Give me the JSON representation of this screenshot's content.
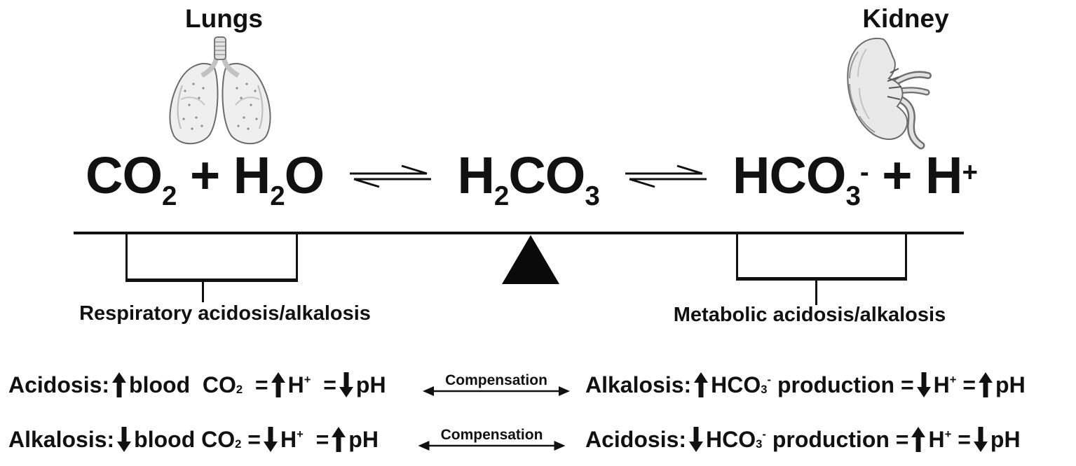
{
  "organs": {
    "lungs_label": "Lungs",
    "kidney_label": "Kidney"
  },
  "equation": {
    "tokens": [
      {
        "type": "term",
        "parts": [
          {
            "type": "text",
            "value": "CO"
          },
          {
            "type": "sub",
            "value": "2"
          },
          {
            "type": "text",
            "value": " + H"
          },
          {
            "type": "sub",
            "value": "2"
          },
          {
            "type": "text",
            "value": "O"
          }
        ]
      },
      {
        "type": "harpoon"
      },
      {
        "type": "term",
        "parts": [
          {
            "type": "text",
            "value": "H"
          },
          {
            "type": "sub",
            "value": "2"
          },
          {
            "type": "text",
            "value": "CO"
          },
          {
            "type": "sub",
            "value": "3"
          }
        ]
      },
      {
        "type": "harpoon"
      },
      {
        "type": "term",
        "parts": [
          {
            "type": "text",
            "value": "HCO"
          },
          {
            "type": "sub",
            "value": "3"
          },
          {
            "type": "sup",
            "value": "-"
          },
          {
            "type": "text",
            "value": " + H"
          },
          {
            "type": "sup",
            "value": "+"
          }
        ]
      }
    ]
  },
  "seesaw": {
    "left_label": "Respiratory acidosis/alkalosis",
    "right_label": "Metabolic acidosis/alkalosis"
  },
  "rows": [
    {
      "left": [
        {
          "type": "text",
          "value": "Acidosis:"
        },
        {
          "type": "up"
        },
        {
          "type": "text",
          "value": "blood  CO"
        },
        {
          "type": "sub",
          "value": "2"
        },
        {
          "type": "text",
          "value": "  ="
        },
        {
          "type": "up"
        },
        {
          "type": "text",
          "value": "H"
        },
        {
          "type": "sup",
          "value": "+"
        },
        {
          "type": "text",
          "value": "  ="
        },
        {
          "type": "down"
        },
        {
          "type": "text",
          "value": "pH"
        }
      ],
      "center_label": "Compensation",
      "right": [
        {
          "type": "text",
          "value": "Alkalosis:"
        },
        {
          "type": "up"
        },
        {
          "type": "text",
          "value": "HCO"
        },
        {
          "type": "sub",
          "value": "3"
        },
        {
          "type": "sup",
          "value": "-"
        },
        {
          "type": "text",
          "value": " production ="
        },
        {
          "type": "down"
        },
        {
          "type": "text",
          "value": "H"
        },
        {
          "type": "sup",
          "value": "+"
        },
        {
          "type": "text",
          "value": " ="
        },
        {
          "type": "up"
        },
        {
          "type": "text",
          "value": "pH"
        }
      ]
    },
    {
      "left": [
        {
          "type": "text",
          "value": "Alkalosis:"
        },
        {
          "type": "down"
        },
        {
          "type": "text",
          "value": "blood CO"
        },
        {
          "type": "sub",
          "value": "2"
        },
        {
          "type": "text",
          "value": " ="
        },
        {
          "type": "down"
        },
        {
          "type": "text",
          "value": "H"
        },
        {
          "type": "sup",
          "value": "+"
        },
        {
          "type": "text",
          "value": "  ="
        },
        {
          "type": "up"
        },
        {
          "type": "text",
          "value": "pH"
        }
      ],
      "center_label": "Compensation",
      "right": [
        {
          "type": "text",
          "value": "Acidosis:"
        },
        {
          "type": "down"
        },
        {
          "type": "text",
          "value": "HCO"
        },
        {
          "type": "sub",
          "value": "3"
        },
        {
          "type": "sup",
          "value": "-"
        },
        {
          "type": "text",
          "value": " production ="
        },
        {
          "type": "up"
        },
        {
          "type": "text",
          "value": "H"
        },
        {
          "type": "sup",
          "value": "+"
        },
        {
          "type": "text",
          "value": " ="
        },
        {
          "type": "down"
        },
        {
          "type": "text",
          "value": "pH"
        }
      ]
    }
  ],
  "colors": {
    "background": "#ffffff",
    "ink": "#111111",
    "organ_fill": "#ececec",
    "organ_stroke": "#6b6b6b"
  }
}
